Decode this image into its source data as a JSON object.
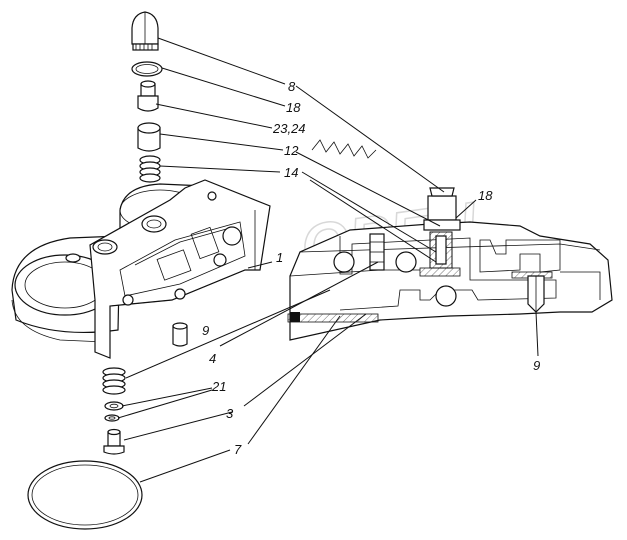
{
  "labels": {
    "l8": "8",
    "l18a": "18",
    "l2324": "23,24",
    "l12": "12",
    "l14": "14",
    "l18b": "18",
    "l1": "1",
    "l9a": "9",
    "l9b": "9",
    "l4": "4",
    "l21": "21",
    "l3": "3",
    "l7": "7"
  },
  "watermark": "OPEN"
}
